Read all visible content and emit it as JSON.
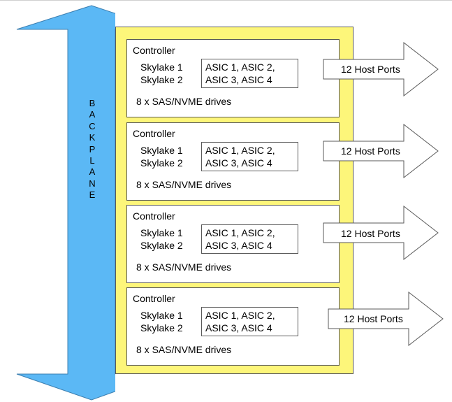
{
  "backplane": {
    "label": "BACKPLANE",
    "color": "#5bb8f5"
  },
  "chassis": {
    "color": "#fdf67a"
  },
  "controllers": [
    {
      "title": "Controller",
      "cpu_1": "Skylake 1",
      "cpu_2": "Skylake 2",
      "asic_line_1": "ASIC 1, ASIC 2,",
      "asic_line_2": "ASIC 3, ASIC 4",
      "drives": "8 x SAS/NVME drives",
      "ports": "12 Host Ports"
    },
    {
      "title": "Controller",
      "cpu_1": "Skylake 1",
      "cpu_2": "Skylake 2",
      "asic_line_1": "ASIC 1, ASIC 2,",
      "asic_line_2": "ASIC 3, ASIC 4",
      "drives": "8 x SAS/NVME drives",
      "ports": "12 Host Ports"
    },
    {
      "title": "Controller",
      "cpu_1": "Skylake 1",
      "cpu_2": "Skylake 2",
      "asic_line_1": "ASIC 1, ASIC 2,",
      "asic_line_2": "ASIC 3, ASIC 4",
      "drives": "8 x SAS/NVME drives",
      "ports": "12 Host Ports"
    },
    {
      "title": "Controller",
      "cpu_1": "Skylake 1",
      "cpu_2": "Skylake 2",
      "asic_line_1": "ASIC 1, ASIC 2,",
      "asic_line_2": "ASIC 3, ASIC 4",
      "drives": "8 x SAS/NVME drives",
      "ports": "12 Host Ports"
    }
  ]
}
